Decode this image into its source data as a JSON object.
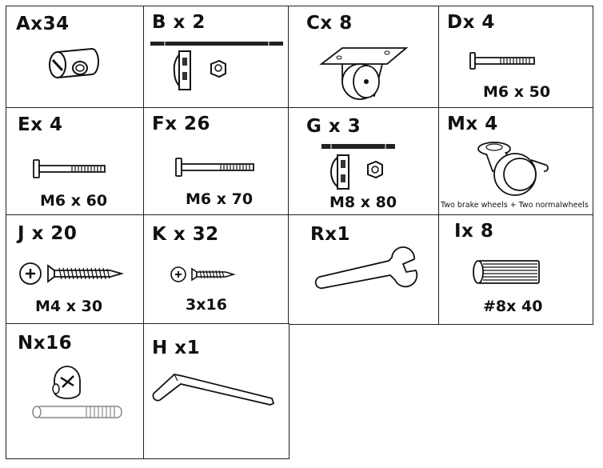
{
  "parts": {
    "A": {
      "label": "Ax34",
      "icon": "cross-dowel-nut-icon"
    },
    "B": {
      "label": "B x 2",
      "icon": "bolt-with-bracket-and-nut-icon"
    },
    "C": {
      "label": "Cx 8",
      "icon": "caster-wheel-icon"
    },
    "D": {
      "label": "Dx 4",
      "spec": "M6 x 50",
      "icon": "bolt-icon"
    },
    "E": {
      "label": "Ex 4",
      "spec": "M6 x 60",
      "icon": "bolt-icon"
    },
    "F": {
      "label": "Fx 26",
      "spec": "M6 x 70",
      "icon": "bolt-icon"
    },
    "G": {
      "label": "G x 3",
      "spec": "M8 x 80",
      "icon": "bolt-with-bracket-and-nut-icon"
    },
    "M": {
      "label": "Mx 4",
      "note": "Two brake wheels + Two normalwheels",
      "icon": "brake-caster-wheel-icon"
    },
    "J": {
      "label": "J x 20",
      "spec": "M4 x 30",
      "icon": "wood-screw-icon"
    },
    "K": {
      "label": "K x 32",
      "spec": "3x16",
      "icon": "small-screw-icon"
    },
    "R": {
      "label": "Rx1",
      "icon": "wrench-icon"
    },
    "I": {
      "label": "Ix 8",
      "spec": "#8x 40",
      "icon": "wooden-dowel-icon"
    },
    "N": {
      "label": "Nx16",
      "icon": "cam-lock-and-bolt-icon"
    },
    "H": {
      "label": "H x1",
      "icon": "allen-key-icon"
    }
  }
}
